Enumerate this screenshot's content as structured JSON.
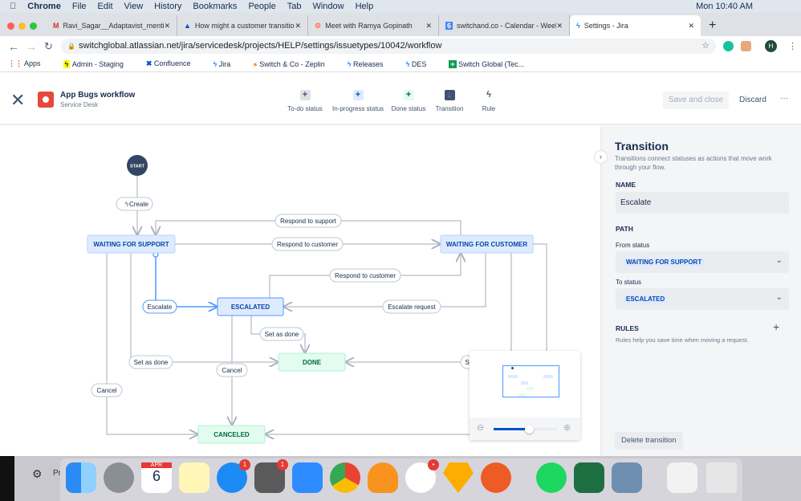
{
  "menubar": {
    "app": "Chrome",
    "items": [
      "File",
      "Edit",
      "View",
      "History",
      "Bookmarks",
      "People",
      "Tab",
      "Window",
      "Help"
    ],
    "clock": "Mon 10:40 AM"
  },
  "tabs": [
    {
      "title": "Ravi_Sagar__Adaptavist_mentio"
    },
    {
      "title": "How might a customer transition"
    },
    {
      "title": "Meet with Ramya Gopinath"
    },
    {
      "title": "switchand.co - Calendar - Week"
    },
    {
      "title": "Settings - Jira"
    }
  ],
  "address": {
    "url": "switchglobal.atlassian.net/jira/servicedesk/projects/HELP/settings/issuetypes/10042/workflow",
    "profile": "H"
  },
  "bookmarks": [
    "Apps",
    "Admin - Staging",
    "Confluence",
    "Jira",
    "Switch & Co - Zeplin",
    "Releases",
    "DES",
    "Switch Global (Tec..."
  ],
  "header": {
    "title": "App Bugs workflow",
    "subtitle": "Service Desk",
    "tools": [
      "To-do status",
      "In-progress status",
      "Done status",
      "Transition",
      "Rule"
    ],
    "save": "Save and close",
    "discard": "Discard",
    "more": "···"
  },
  "diagram": {
    "start": "START",
    "statuses": {
      "wfs": "WAITING FOR SUPPORT",
      "wfc": "WAITING FOR CUSTOMER",
      "esc": "ESCALATED",
      "done": "DONE",
      "canceled": "CANCELED"
    },
    "transitions": {
      "create": "Create",
      "respond_support": "Respond to support",
      "respond_customer": "Respond to customer",
      "respond_customer2": "Respond to customer",
      "escalate": "Escalate",
      "escalate_request": "Escalate request",
      "set_done_esc": "Set as done",
      "set_done_wfs": "Set as done",
      "cancel_esc": "Cancel",
      "cancel_wfs": "Cancel",
      "partial": "S"
    }
  },
  "minimap": {
    "zoom_level": 0.55
  },
  "panel": {
    "title": "Transition",
    "desc": "Transitions connect statuses as actions that move work through your flow.",
    "name_label": "NAME",
    "name_value": "Escalate",
    "path_label": "PATH",
    "from_label": "From status",
    "from_value": "WAITING FOR SUPPORT",
    "to_label": "To status",
    "to_value": "ESCALATED",
    "rules_label": "RULES",
    "rules_desc": "Rules help you save time when moving a request.",
    "delete": "Delete transition"
  },
  "dock": {
    "calendar_month": "APR",
    "calendar_day": "6",
    "appstore_badge": "1",
    "prefs_badge": "1",
    "partial_label": "Pr"
  }
}
